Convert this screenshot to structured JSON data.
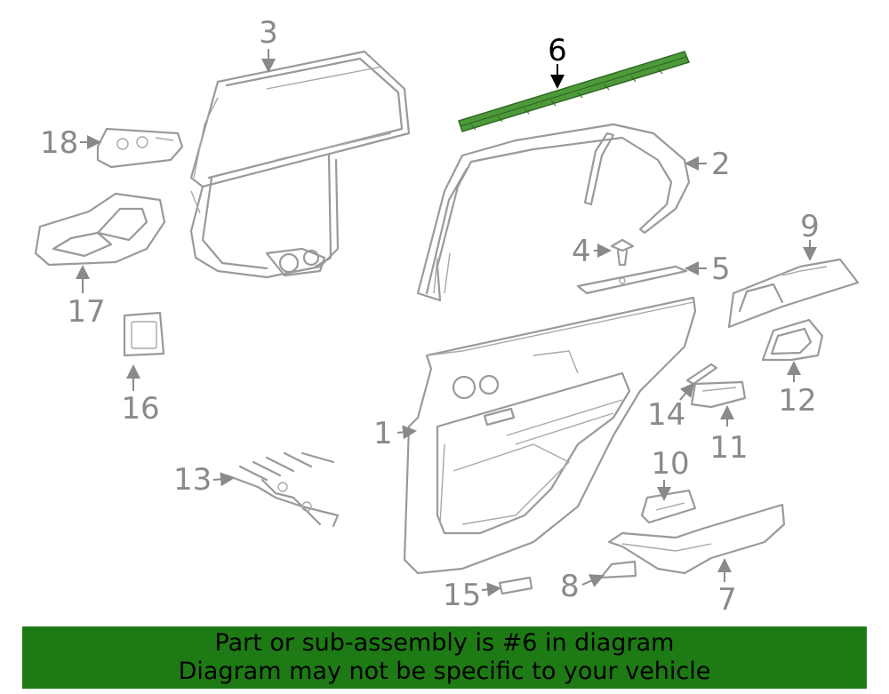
{
  "highlighted_part": "6",
  "callouts": {
    "c1": "1",
    "c2": "2",
    "c3": "3",
    "c4": "4",
    "c5": "5",
    "c6": "6",
    "c7": "7",
    "c8": "8",
    "c9": "9",
    "c10": "10",
    "c11": "11",
    "c12": "12",
    "c13": "13",
    "c14": "14",
    "c15": "15",
    "c16": "16",
    "c17": "17",
    "c18": "18"
  },
  "banner": {
    "line1": "Part or sub-assembly is #6 in diagram",
    "line2": "Diagram may not be specific to your vehicle"
  },
  "colors": {
    "highlight_part": "#4e9a3a",
    "banner_background": "#1e7a14",
    "line_art": "#9a9a9a",
    "callout_text": "#8a8a8a"
  }
}
